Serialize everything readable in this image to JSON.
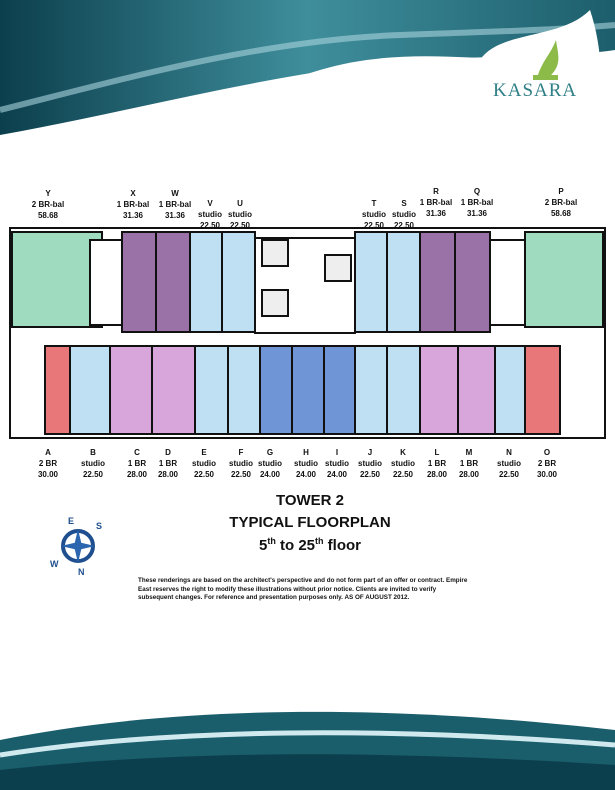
{
  "brand": {
    "name": "KASARA"
  },
  "top_units": [
    {
      "id": "Y",
      "type": "2 BR-bal",
      "area": "58.68"
    },
    {
      "id": "X",
      "type": "1 BR-bal",
      "area": "31.36"
    },
    {
      "id": "W",
      "type": "1 BR-bal",
      "area": "31.36"
    },
    {
      "id": "V",
      "type": "studio",
      "area": "22.50"
    },
    {
      "id": "U",
      "type": "studio",
      "area": "22.50"
    },
    {
      "id": "T",
      "type": "studio",
      "area": "22.50"
    },
    {
      "id": "S",
      "type": "studio",
      "area": "22.50"
    },
    {
      "id": "R",
      "type": "1 BR-bal",
      "area": "31.36"
    },
    {
      "id": "Q",
      "type": "1 BR-bal",
      "area": "31.36"
    },
    {
      "id": "P",
      "type": "2 BR-bal",
      "area": "58.68"
    }
  ],
  "bottom_units": [
    {
      "id": "A",
      "type": "2 BR",
      "area": "30.00"
    },
    {
      "id": "B",
      "type": "studio",
      "area": "22.50"
    },
    {
      "id": "C",
      "type": "1 BR",
      "area": "28.00"
    },
    {
      "id": "D",
      "type": "1 BR",
      "area": "28.00"
    },
    {
      "id": "E",
      "type": "studio",
      "area": "22.50"
    },
    {
      "id": "F",
      "type": "studio",
      "area": "22.50"
    },
    {
      "id": "G",
      "type": "studio",
      "area": "24.00"
    },
    {
      "id": "H",
      "type": "studio",
      "area": "24.00"
    },
    {
      "id": "I",
      "type": "studio",
      "area": "24.00"
    },
    {
      "id": "J",
      "type": "studio",
      "area": "22.50"
    },
    {
      "id": "K",
      "type": "studio",
      "area": "22.50"
    },
    {
      "id": "L",
      "type": "1 BR",
      "area": "28.00"
    },
    {
      "id": "M",
      "type": "1 BR",
      "area": "28.00"
    },
    {
      "id": "N",
      "type": "studio",
      "area": "22.50"
    },
    {
      "id": "O",
      "type": "2 BR",
      "area": "30.00"
    }
  ],
  "title": {
    "line1": "TOWER 2",
    "line2": "TYPICAL FLOORPLAN",
    "line3_pre": "5",
    "line3_sup": "th",
    "line3_mid": " to 25",
    "line3_sup2": "th",
    "line3_post": " floor"
  },
  "compass": {
    "n": "N",
    "s": "S",
    "e": "E",
    "w": "W"
  },
  "disclaimer": "These renderings are based on the architect's perspective and do not form part of an offer or contract. Empire East reserves the right to modify these illustrations without prior notice. Clients are invited to verify subsequent changes. For reference and presentation purposes only. AS OF AUGUST 2012.",
  "colors": {
    "two_br_bal": "#9fdcbf",
    "one_br_bal": "#9b72a8",
    "studio": "#bfe0f2",
    "one_br": "#d9a6dc",
    "two_br": "#e8777a",
    "studio_24": "#6f95d6",
    "header": "#0f4f5c"
  }
}
